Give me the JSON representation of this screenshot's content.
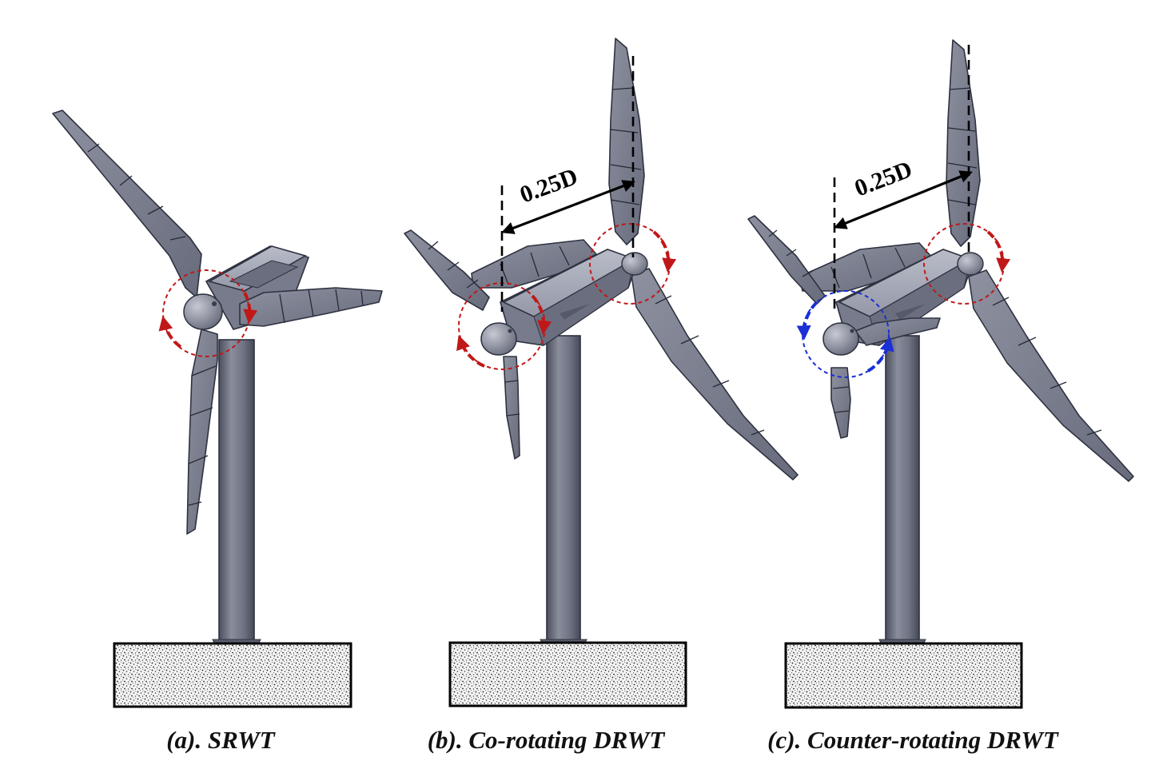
{
  "figure": {
    "panels": [
      {
        "id": "a",
        "caption": "(a). SRWT",
        "rotors": 1,
        "rotation": "single"
      },
      {
        "id": "b",
        "caption": "(b). Co-rotating DRWT",
        "rotors": 2,
        "rotation": "co-rotating",
        "spacing_label": "0.25D"
      },
      {
        "id": "c",
        "caption": "(c). Counter-rotating DRWT",
        "rotors": 2,
        "rotation": "counter-rotating",
        "spacing_label": "0.25D"
      }
    ],
    "colors": {
      "structure": "#7d8090",
      "structure_light": "#a9acba",
      "structure_dark": "#4c505e",
      "rotation_red": "#c01818",
      "rotation_blue": "#1a2fd6",
      "foundation_border": "#000000"
    }
  }
}
